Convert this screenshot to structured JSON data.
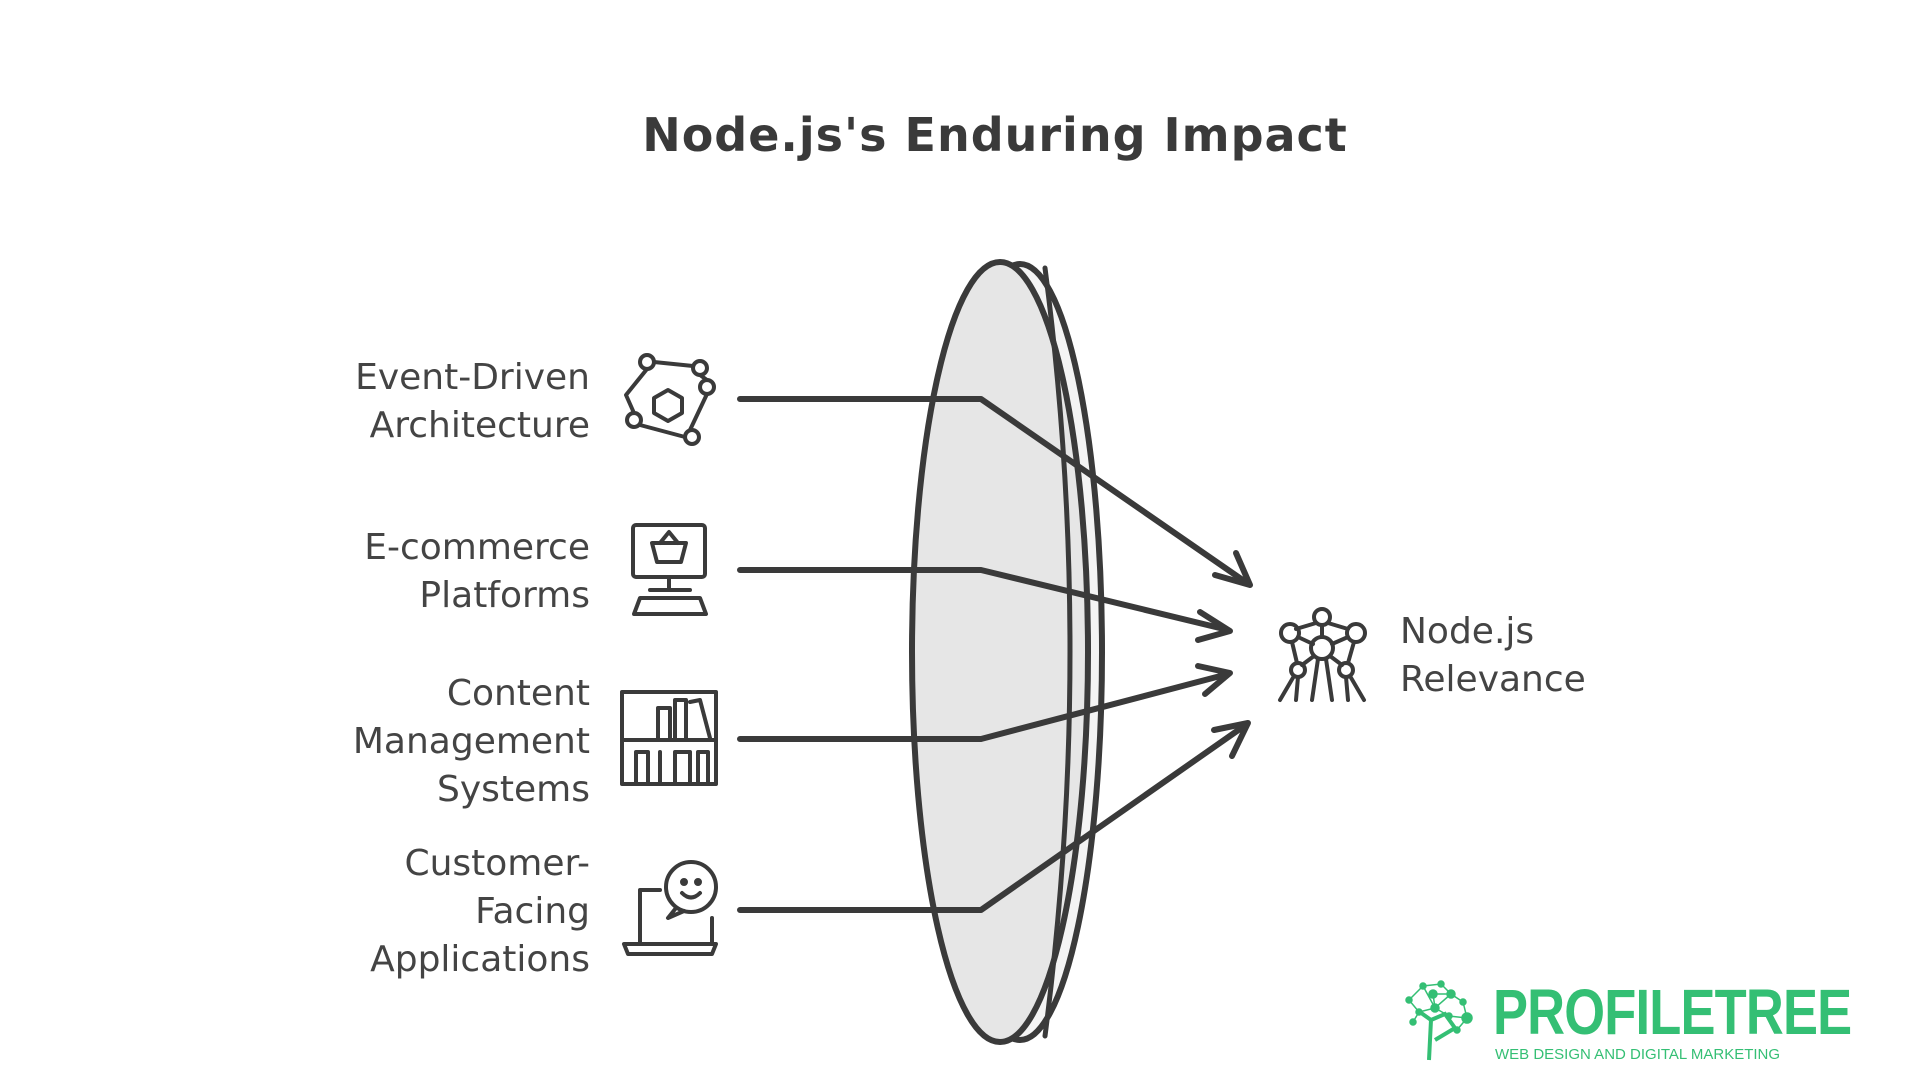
{
  "title": "Node.js's Enduring Impact",
  "inputs": [
    {
      "lines": [
        "Event-Driven",
        "Architecture"
      ],
      "icon": "network-nodes-icon"
    },
    {
      "lines": [
        "E-commerce",
        "Platforms"
      ],
      "icon": "computer-shopping-basket-icon"
    },
    {
      "lines": [
        "Content",
        "Management",
        "Systems"
      ],
      "icon": "bookshelf-icon"
    },
    {
      "lines": [
        "Customer-",
        "Facing",
        "Applications"
      ],
      "icon": "laptop-chat-smiley-icon"
    }
  ],
  "output": {
    "lines": [
      "Node.js",
      "Relevance"
    ],
    "icon": "atomium-structure-icon"
  },
  "central_element": "lens-icon",
  "logo": {
    "name": "PROFILETREE",
    "tagline": "WEB DESIGN AND DIGITAL MARKETING",
    "color": "#34bf74"
  },
  "colors": {
    "stroke": "#3a3a3a",
    "lens_fill": "#e6e6e6"
  }
}
